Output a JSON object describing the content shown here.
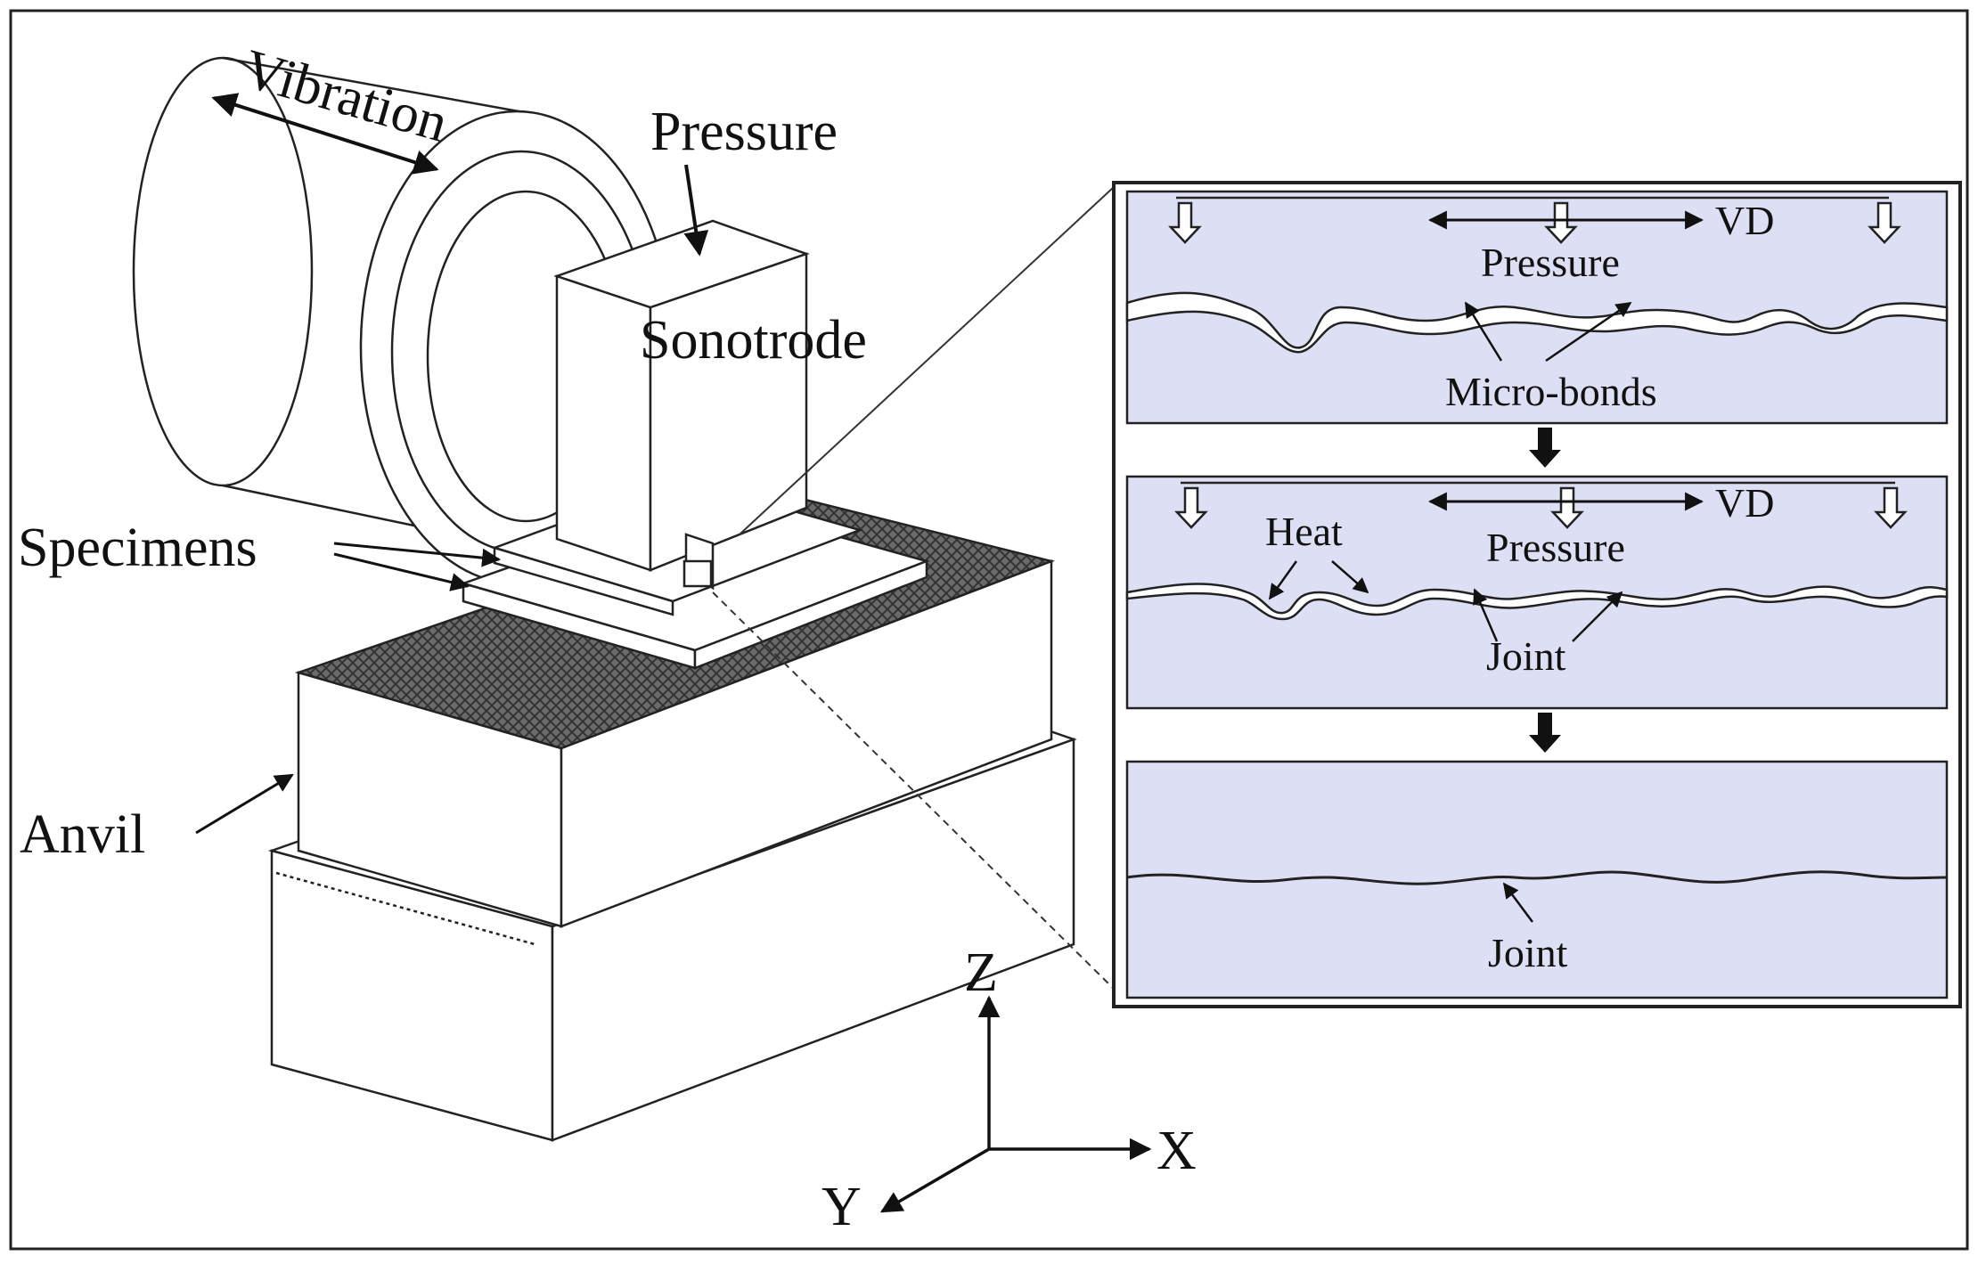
{
  "labels": {
    "vibration": "Vibration",
    "pressure": "Pressure",
    "sonotrode": "Sonotrode",
    "specimens": "Specimens",
    "anvil": "Anvil"
  },
  "axes": {
    "z": "Z",
    "x": "X",
    "y": "Y"
  },
  "stages": [
    {
      "vd": "VD",
      "pressure": "Pressure",
      "callout": "Micro-bonds"
    },
    {
      "vd": "VD",
      "pressure": "Pressure",
      "heat": "Heat",
      "callout": "Joint"
    },
    {
      "callout": "Joint"
    }
  ],
  "colors": {
    "panel_fill": "#dde0f4",
    "line": "#111111",
    "background": "#ffffff"
  }
}
